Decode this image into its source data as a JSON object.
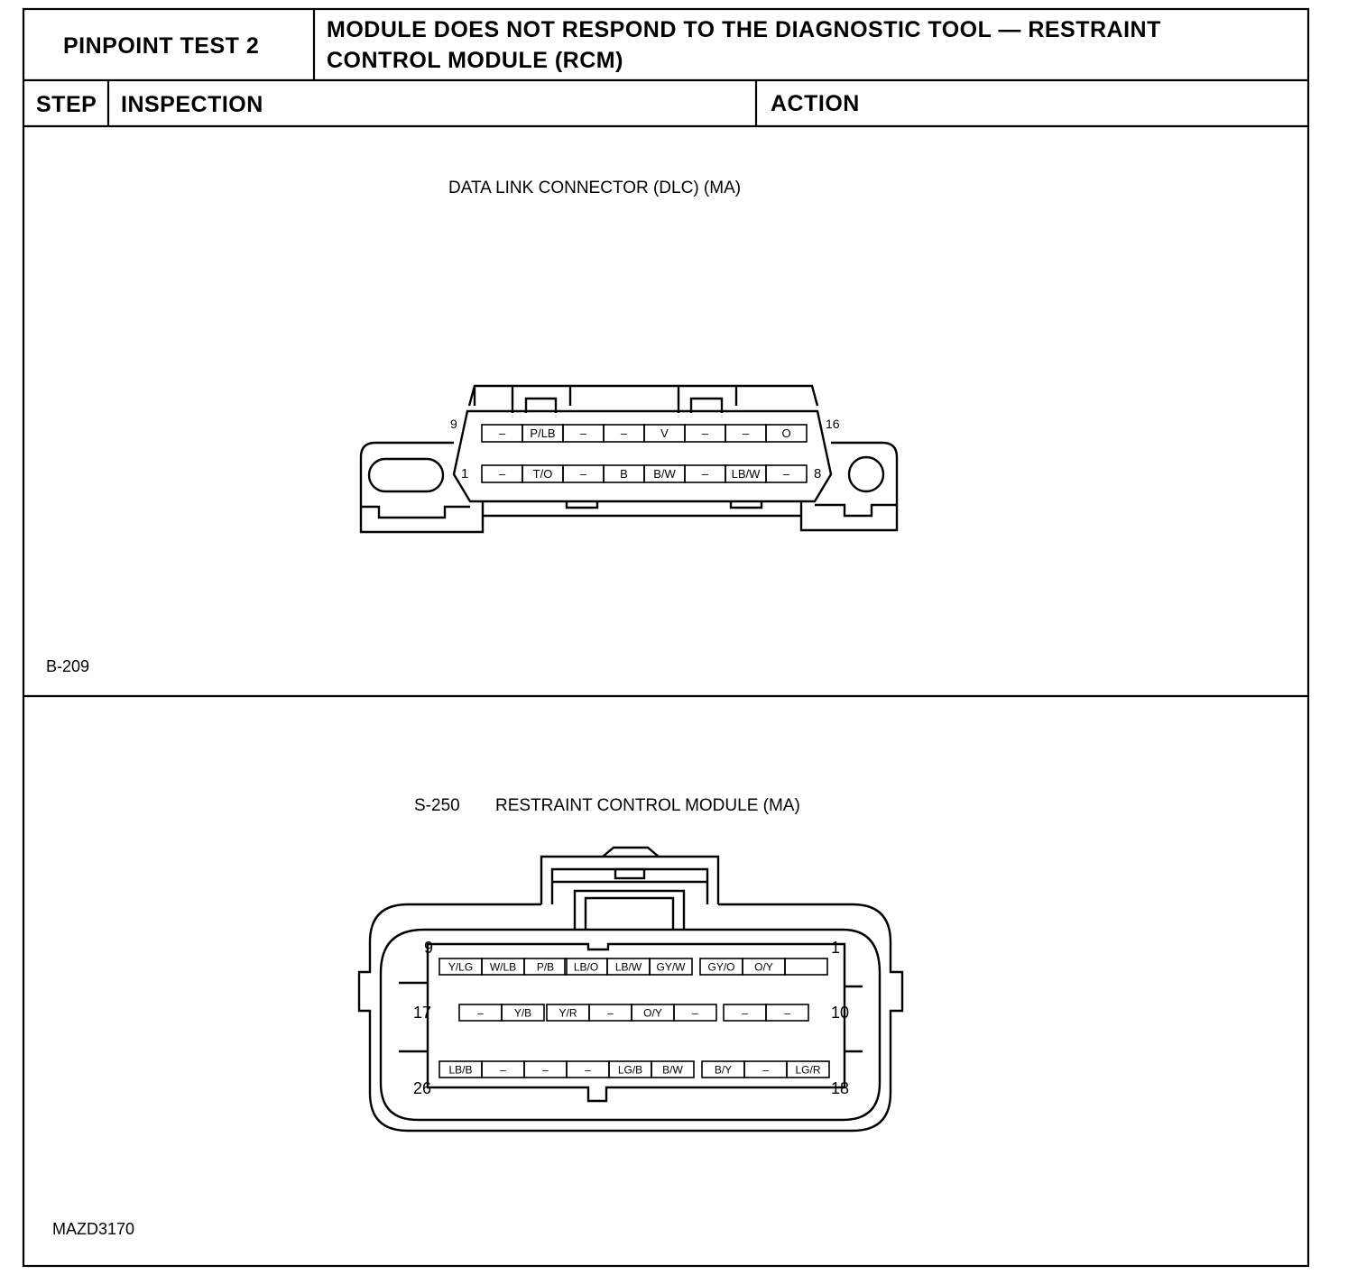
{
  "header": {
    "test_label": "PINPOINT TEST 2",
    "title_line1": "MODULE DOES NOT RESPOND TO THE DIAGNOSTIC TOOL — RESTRAINT",
    "title_line2": "CONTROL MODULE (RCM)"
  },
  "columns": {
    "step": "STEP",
    "inspection": "INSPECTION",
    "action": "ACTION"
  },
  "dlc": {
    "title": "DATA LINK CONNECTOR (DLC) (MA)",
    "code": "B-209",
    "pin_labels": {
      "top_left": "9",
      "top_right": "16",
      "bottom_left": "1",
      "bottom_right": "8"
    },
    "top_row": [
      "–",
      "P/LB",
      "–",
      "–",
      "V",
      "–",
      "–",
      "O"
    ],
    "bottom_row": [
      "–",
      "T/O",
      "–",
      "B",
      "B/W",
      "–",
      "LB/W",
      "–"
    ]
  },
  "rcm": {
    "code": "S-250",
    "title": "RESTRAINT CONTROL MODULE (MA)",
    "figure_id": "MAZD3170",
    "pin_labels": {
      "r1_left": "9",
      "r1_right": "1",
      "r2_left": "17",
      "r2_right": "10",
      "r3_left": "26",
      "r3_right": "18"
    },
    "row1": [
      [
        "Y/LG",
        "W/LB",
        "P/B"
      ],
      [
        "LB/O",
        "LB/W",
        "GY/W"
      ],
      [
        "GY/O",
        "O/Y",
        ""
      ]
    ],
    "row2": [
      [
        "–",
        "Y/B"
      ],
      [
        "Y/R",
        "–",
        "O/Y",
        "–"
      ],
      [
        "–",
        "–"
      ]
    ],
    "row3": [
      [
        "LB/B",
        "–",
        "–"
      ],
      [
        "–",
        "LG/B",
        "B/W"
      ],
      [
        "B/Y",
        "–",
        "LG/R"
      ]
    ]
  }
}
